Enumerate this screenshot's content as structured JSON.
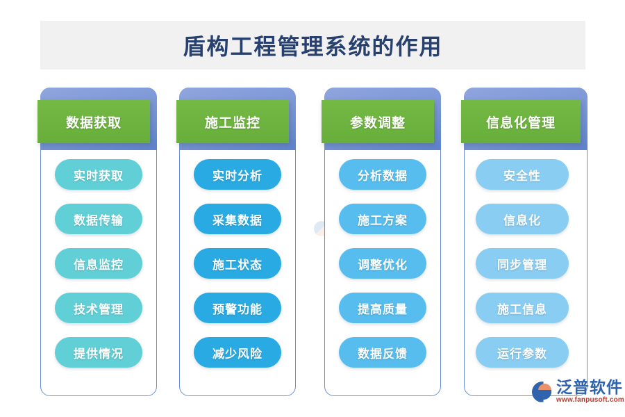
{
  "page": {
    "title": "盾构工程管理系统的作用",
    "background_color": "#ffffff",
    "banner_color": "#f1f1f1",
    "title_color": "#27406e"
  },
  "watermark": {
    "name": "泛普软件",
    "url": "www.fanpusoft.com"
  },
  "logo": {
    "name": "泛普软件",
    "url": "www.fanpusoft.com",
    "name_color": "#2f63ad",
    "url_color": "#c0392b"
  },
  "columns": [
    {
      "header": "数据获取",
      "header_color": "#6cb33f",
      "pill_color": "#61cfd6",
      "items": [
        {
          "label": "实时获取"
        },
        {
          "label": "数据传输"
        },
        {
          "label": "信息监控"
        },
        {
          "label": "技术管理"
        },
        {
          "label": "提供情况"
        }
      ]
    },
    {
      "header": "施工监控",
      "header_color": "#6cb33f",
      "pill_color": "#2aaae2",
      "items": [
        {
          "label": "实时分析"
        },
        {
          "label": "采集数据"
        },
        {
          "label": "施工状态"
        },
        {
          "label": "预警功能"
        },
        {
          "label": "减少风险"
        }
      ]
    },
    {
      "header": "参数调整",
      "header_color": "#6cb33f",
      "pill_color": "#56bdee",
      "items": [
        {
          "label": "分析数据"
        },
        {
          "label": "施工方案"
        },
        {
          "label": "调整优化"
        },
        {
          "label": "提高质量"
        },
        {
          "label": "数据反馈"
        }
      ]
    },
    {
      "header": "信息化管理",
      "header_color": "#6cb33f",
      "pill_color": "#89cdf2",
      "items": [
        {
          "label": "安全性"
        },
        {
          "label": "信息化"
        },
        {
          "label": "同步管理"
        },
        {
          "label": "施工信息"
        },
        {
          "label": "运行参数"
        }
      ]
    }
  ]
}
